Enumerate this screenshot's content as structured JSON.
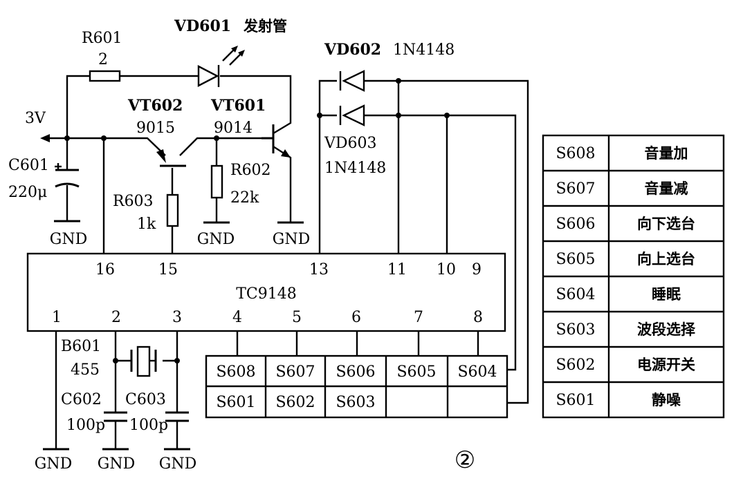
{
  "figure_number": "②",
  "supply": {
    "voltage": "3V",
    "gnd": "GND"
  },
  "ic": {
    "name": "TC9148",
    "top_pins": [
      "16",
      "15",
      "13",
      "11",
      "10",
      "9"
    ],
    "bottom_pins": [
      "1",
      "2",
      "3",
      "4",
      "5",
      "6",
      "7",
      "8"
    ]
  },
  "components": {
    "r601": {
      "ref": "R601",
      "value": "2"
    },
    "vd601": {
      "ref": "VD601",
      "desc": "发射管"
    },
    "vt602": {
      "ref": "VT602",
      "part": "9015"
    },
    "vt601": {
      "ref": "VT601",
      "part": "9014"
    },
    "r602": {
      "ref": "R602",
      "value": "22k"
    },
    "r603": {
      "ref": "R603",
      "value": "1k"
    },
    "c601": {
      "ref": "C601",
      "value": "220μ"
    },
    "vd602": {
      "ref": "VD602",
      "part": "1N4148"
    },
    "vd603": {
      "ref": "VD603",
      "part": "1N4148"
    },
    "b601": {
      "ref": "B601",
      "value": "455"
    },
    "c602": {
      "ref": "C602",
      "value": "100p"
    },
    "c603": {
      "ref": "C603",
      "value": "100p"
    }
  },
  "key_matrix": {
    "row1": [
      "S608",
      "S607",
      "S606",
      "S605",
      "S604"
    ],
    "row2": [
      "S601",
      "S602",
      "S603",
      "",
      ""
    ]
  },
  "key_table": [
    {
      "key": "S608",
      "func": "音量加"
    },
    {
      "key": "S607",
      "func": "音量减"
    },
    {
      "key": "S606",
      "func": "向下选台"
    },
    {
      "key": "S605",
      "func": "向上选台"
    },
    {
      "key": "S604",
      "func": "睡眠"
    },
    {
      "key": "S603",
      "func": "波段选择"
    },
    {
      "key": "S602",
      "func": "电源开关"
    },
    {
      "key": "S601",
      "func": "静噪"
    }
  ]
}
